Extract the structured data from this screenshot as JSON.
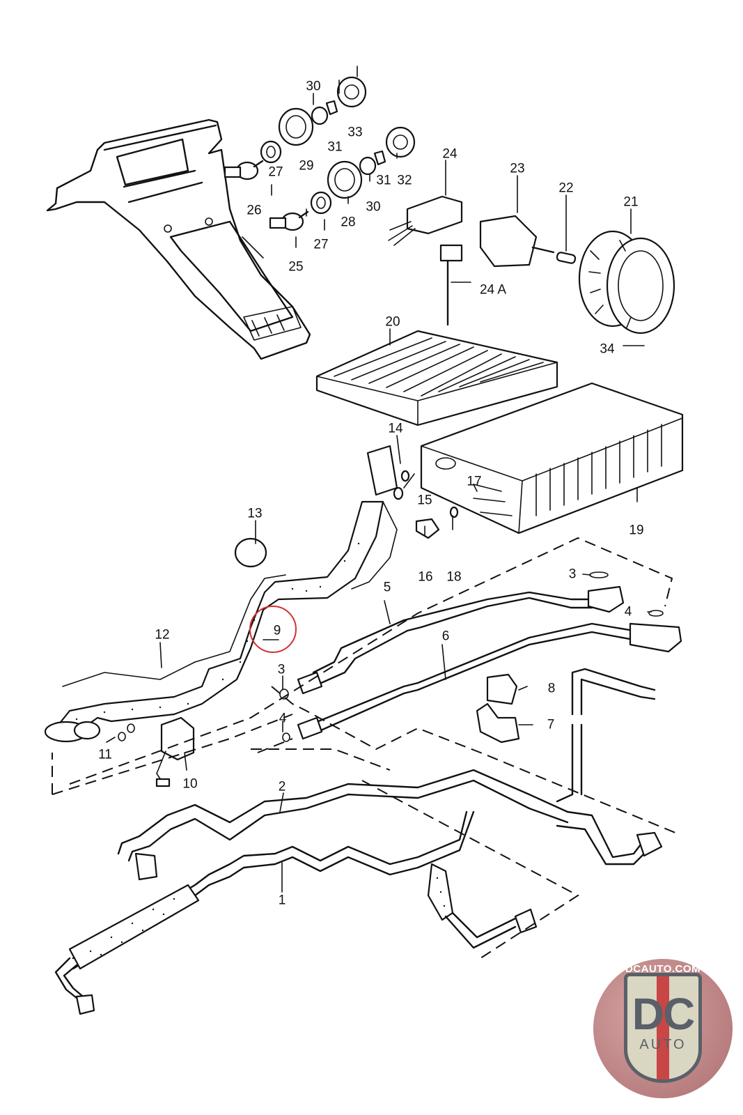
{
  "diagram": {
    "title": "Heating / air-conditioning unit and refrigerant lines – exploded parts view",
    "highlighted_part": "9",
    "highlight_color": "#d32f2f",
    "callouts": [
      {
        "id": "1",
        "label": "1"
      },
      {
        "id": "2",
        "label": "2"
      },
      {
        "id": "3a",
        "label": "3"
      },
      {
        "id": "3b",
        "label": "3"
      },
      {
        "id": "4a",
        "label": "4"
      },
      {
        "id": "4b",
        "label": "4"
      },
      {
        "id": "5",
        "label": "5"
      },
      {
        "id": "6",
        "label": "6"
      },
      {
        "id": "7",
        "label": "7"
      },
      {
        "id": "8",
        "label": "8"
      },
      {
        "id": "9",
        "label": "9"
      },
      {
        "id": "10",
        "label": "10"
      },
      {
        "id": "11",
        "label": "11"
      },
      {
        "id": "12",
        "label": "12"
      },
      {
        "id": "13",
        "label": "13"
      },
      {
        "id": "14",
        "label": "14"
      },
      {
        "id": "15",
        "label": "15"
      },
      {
        "id": "16",
        "label": "16"
      },
      {
        "id": "17",
        "label": "17"
      },
      {
        "id": "18",
        "label": "18"
      },
      {
        "id": "19",
        "label": "19"
      },
      {
        "id": "20",
        "label": "20"
      },
      {
        "id": "21",
        "label": "21"
      },
      {
        "id": "22",
        "label": "22"
      },
      {
        "id": "23",
        "label": "23"
      },
      {
        "id": "24",
        "label": "24"
      },
      {
        "id": "24A",
        "label": "24 A"
      },
      {
        "id": "25",
        "label": "25"
      },
      {
        "id": "26",
        "label": "26"
      },
      {
        "id": "27a",
        "label": "27"
      },
      {
        "id": "27b",
        "label": "27"
      },
      {
        "id": "28",
        "label": "28"
      },
      {
        "id": "29",
        "label": "29"
      },
      {
        "id": "30a",
        "label": "30"
      },
      {
        "id": "30b",
        "label": "30"
      },
      {
        "id": "31a",
        "label": "31"
      },
      {
        "id": "31b",
        "label": "31"
      },
      {
        "id": "32",
        "label": "32"
      },
      {
        "id": "33",
        "label": "33"
      },
      {
        "id": "34",
        "label": "34"
      }
    ]
  },
  "watermark": {
    "site": "DCAUTO.COM",
    "mark": "DC",
    "sub": "AUTO",
    "colors": {
      "red": "#c94646",
      "gray": "#5a6068",
      "cream": "#d9d6c2",
      "badge_bg": "#b97f80"
    }
  }
}
